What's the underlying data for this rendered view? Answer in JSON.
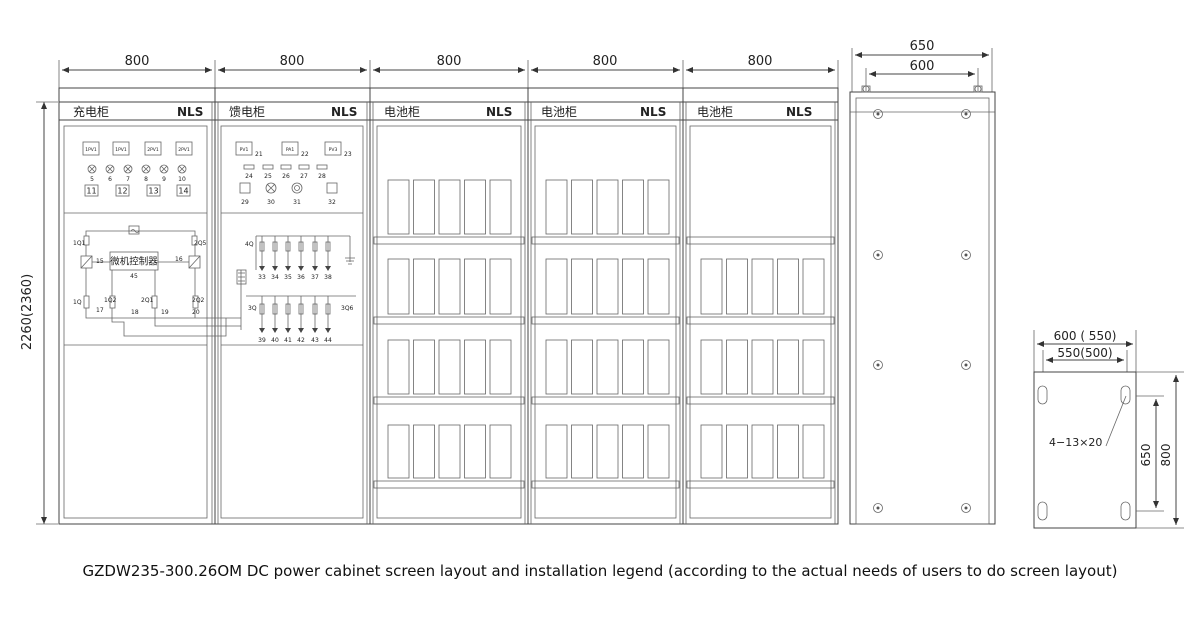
{
  "widths": [
    "800",
    "800",
    "800",
    "800",
    "800"
  ],
  "cabinets": [
    {
      "name": "充电柜",
      "brand": "NLS"
    },
    {
      "name": "馈电柜",
      "brand": "NLS"
    },
    {
      "name": "电池柜",
      "brand": "NLS"
    },
    {
      "name": "电池柜",
      "brand": "NLS"
    },
    {
      "name": "电池柜",
      "brand": "NLS"
    }
  ],
  "height_label": "2260(2360)",
  "side_view": {
    "outer": "650",
    "inner": "600"
  },
  "base_plan": {
    "outer": "600 ( 550)",
    "inner": "550(500)",
    "depth": "650",
    "total": "800",
    "holes": "4−13×20"
  },
  "charger": {
    "meters": [
      "1PV1",
      "1PV1",
      "2PV1",
      "2PV1"
    ],
    "lamp_numbers": [
      "5",
      "6",
      "7",
      "8",
      "9",
      "10"
    ],
    "switch_numbers": [
      "11",
      "12",
      "13",
      "14"
    ],
    "controller": "微机控制器",
    "controller_no": "45",
    "labels": [
      "1Q1",
      "2Q5",
      "15",
      "16",
      "1Q",
      "1Q2",
      "2Q1",
      "2Q2",
      "17",
      "18",
      "19",
      "20"
    ]
  },
  "feeder": {
    "meters": [
      {
        "name": "PV1",
        "no": "21"
      },
      {
        "name": "PA1",
        "no": "22"
      },
      {
        "name": "PV3",
        "no": "23"
      }
    ],
    "top_numbers": [
      "24",
      "25",
      "26",
      "27",
      "28"
    ],
    "mid_numbers": [
      "29",
      "30",
      "31",
      "32"
    ],
    "row1_label": "4Q",
    "row1_numbers": [
      "33",
      "34",
      "35",
      "36",
      "37",
      "38"
    ],
    "row2_label": "3Q",
    "row2_end": "3Q6",
    "row2_numbers": [
      "39",
      "40",
      "41",
      "42",
      "43",
      "44"
    ]
  },
  "caption": "GZDW235-300.26OM DC power cabinet screen layout and installation legend (according to the actual needs of users to do screen layout)"
}
